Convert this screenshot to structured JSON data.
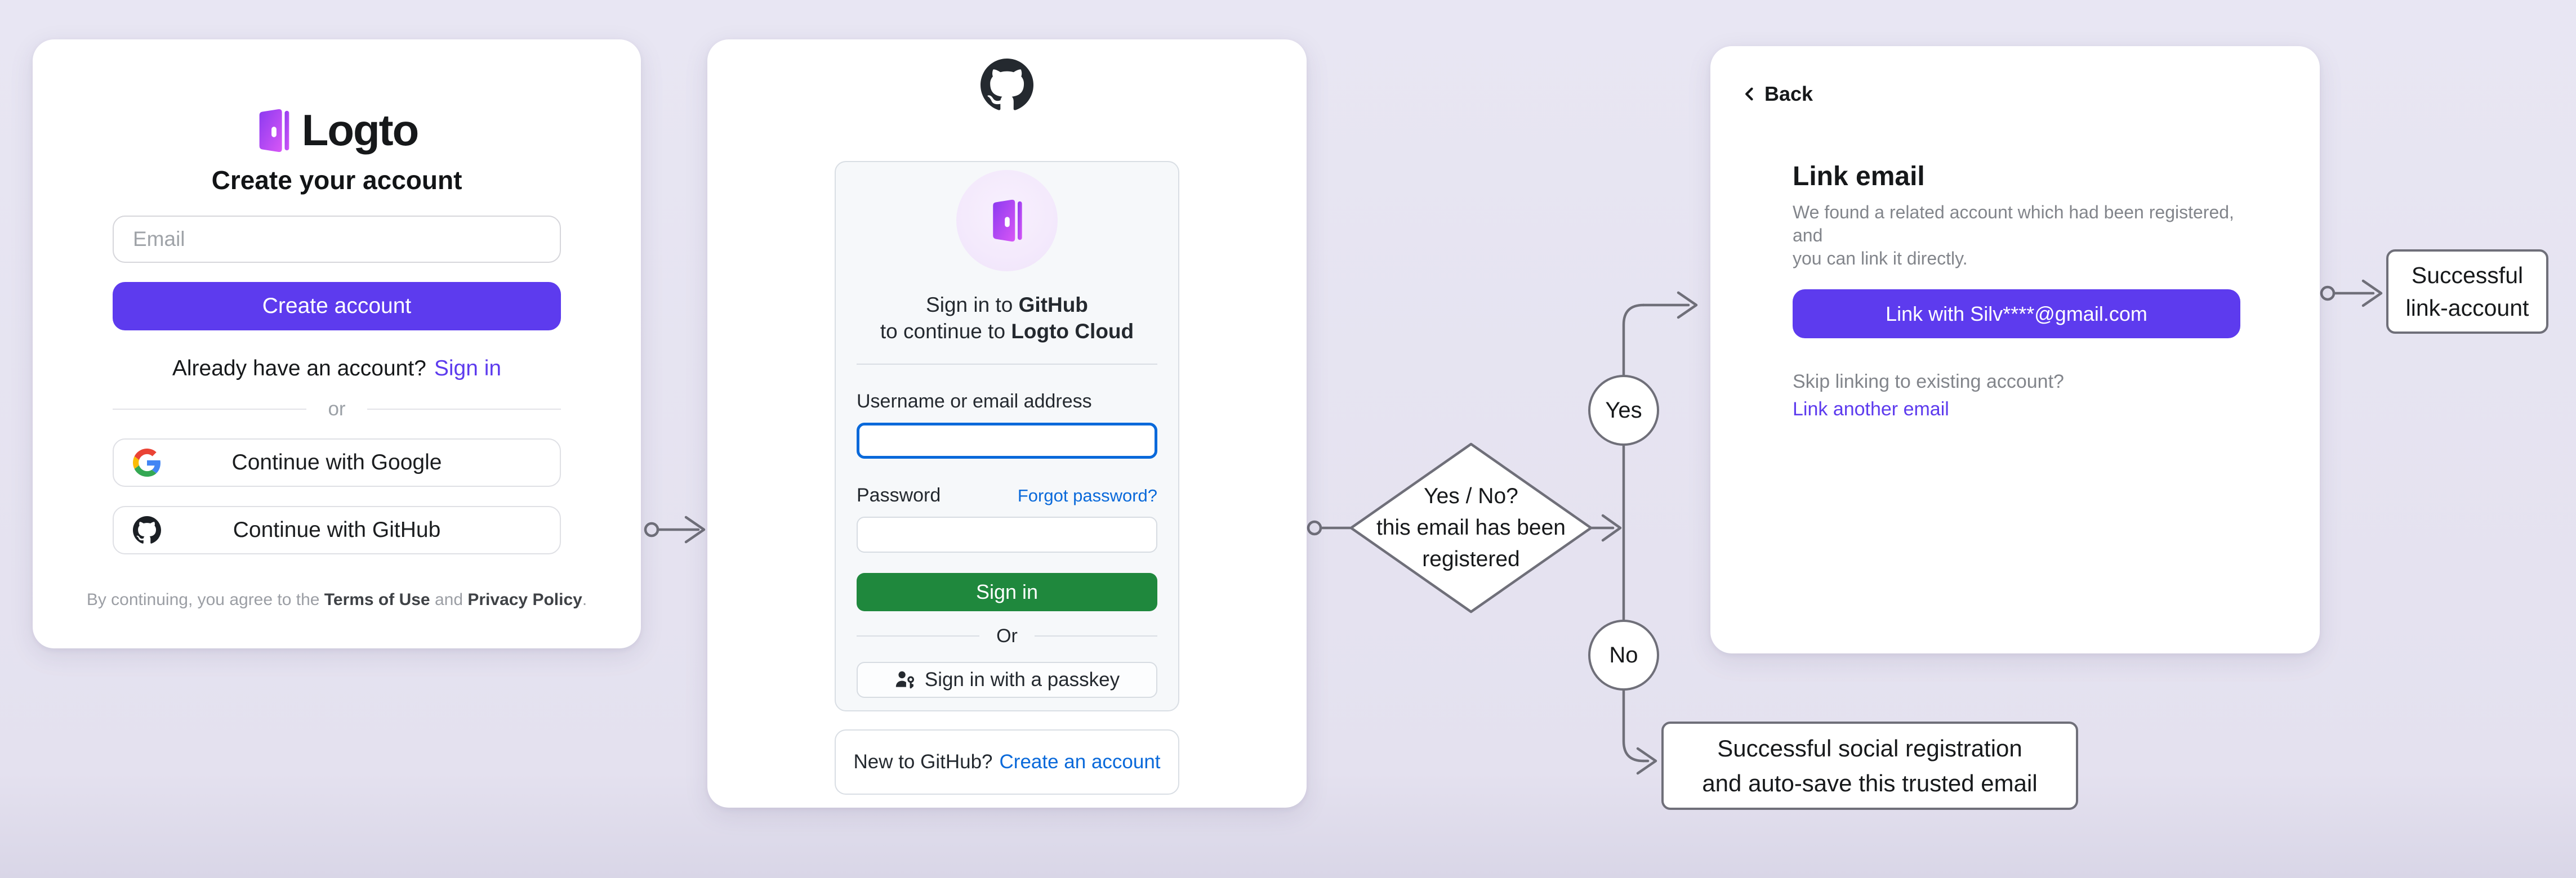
{
  "colors": {
    "brand_purple": "#5d3bee",
    "github_green": "#1f883d",
    "github_blue": "#0969da",
    "background_top": "#e8e6f3",
    "background_bottom": "#d9d6e7"
  },
  "icons": {
    "logto_logo": "purple-gradient-door",
    "google_icon": "google-g-multicolor",
    "github_icon": "octocat-mark",
    "passkey_icon": "person-with-key",
    "back_icon": "chevron-left"
  },
  "signup_card": {
    "brand_name": "Logto",
    "title": "Create your account",
    "email_placeholder": "Email",
    "create_button": "Create account",
    "signin_prompt": "Already have an account?",
    "signin_link": "Sign in",
    "divider": "or",
    "google_button": "Continue with Google",
    "github_button": "Continue with GitHub",
    "footer": {
      "prefix": "By continuing, you agree to the ",
      "terms": "Terms of Use",
      "middle": " and ",
      "privacy": "Privacy Policy",
      "suffix": "."
    }
  },
  "github_card": {
    "heading_line1_prefix": "Sign in to ",
    "heading_line1_strong": "GitHub",
    "heading_line2_prefix": "to continue to ",
    "heading_line2_strong": "Logto Cloud",
    "username_label": "Username or email address",
    "username_value": "",
    "password_label": "Password",
    "password_value": "",
    "forgot_link": "Forgot password?",
    "signin_button": "Sign in",
    "divider": "Or",
    "passkey_button": "Sign in with a passkey",
    "new_prompt": "New to GitHub?",
    "create_link": "Create an account"
  },
  "link_card": {
    "back": "Back",
    "title": "Link email",
    "description_line1": "We found a related account which had been registered, and",
    "description_line2": "you can link it directly.",
    "link_button": "Link with Silv****@gmail.com",
    "skip_text": "Skip linking to existing account?",
    "link_another": "Link another email"
  },
  "flow": {
    "decision": {
      "line1": "Yes / No?",
      "line2": "this email has been",
      "line3": "registered"
    },
    "yes_label": "Yes",
    "no_label": "No",
    "outcome_link": {
      "line1": "Successful",
      "line2": "link-account"
    },
    "outcome_social": {
      "line1": "Successful social registration",
      "line2": "and auto-save this trusted email"
    }
  }
}
